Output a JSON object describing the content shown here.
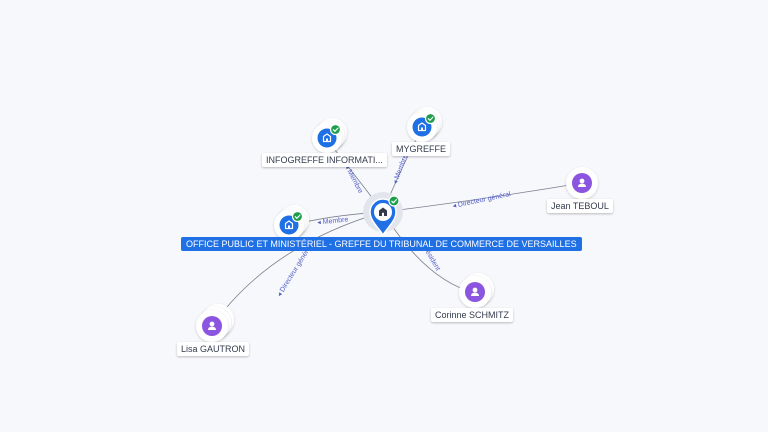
{
  "center": {
    "label": "OFFICE PUBLIC ET MINISTÉRIEL - GREFFE DU TRIBUNAL DE COMMERCE DE VERSAILLES",
    "icon": "building-icon",
    "verified": true
  },
  "companies": [
    {
      "label": "INFOGREFFE INFORMATI...",
      "icon": "building-icon",
      "verified": true
    },
    {
      "label": "MYGREFFE",
      "icon": "building-icon",
      "verified": true
    },
    {
      "label": "",
      "icon": "building-icon",
      "verified": true
    }
  ],
  "people": [
    {
      "label": "Jean TEBOUL",
      "icon": "person-icon"
    },
    {
      "label": "Corinne SCHMITZ",
      "icon": "person-icon"
    },
    {
      "label": "Lisa GAUTRON",
      "icon": "person-icon"
    }
  ],
  "edges": {
    "infogreffe": "Membre",
    "mygreffe": "Membre",
    "company3": "Membre",
    "jean": "Directeur général",
    "corinne": "Président",
    "lisa": "Directeur général"
  },
  "colors": {
    "company": "#1f6fe5",
    "person": "#8b55e0",
    "verified": "#1e9e4a",
    "edge": "#7a7f8c",
    "edge_label": "#5560c8"
  }
}
